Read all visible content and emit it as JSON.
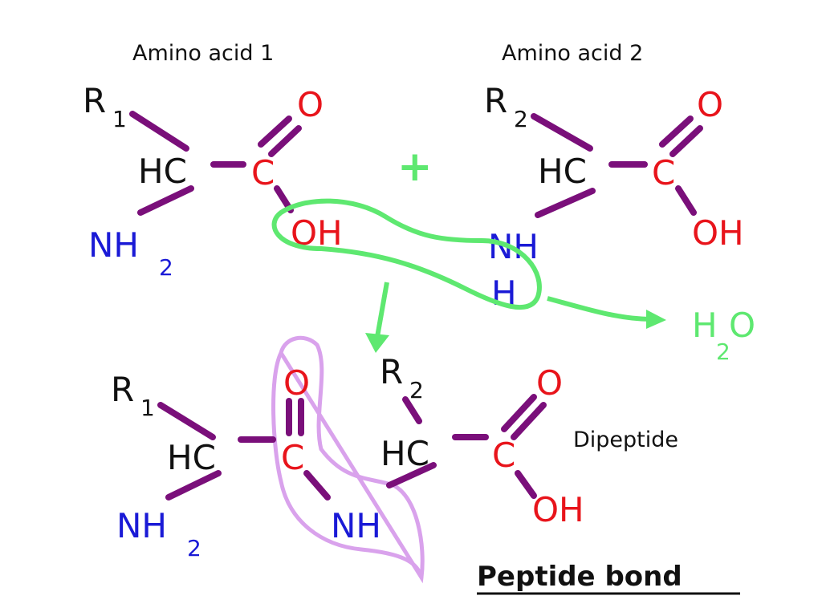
{
  "titles": {
    "amino_acid_1": "Amino acid 1",
    "amino_acid_2": "Amino acid 2"
  },
  "atoms": {
    "r": "R",
    "one": "1",
    "two": "2",
    "hc": "HC",
    "c": "C",
    "o": "O",
    "oh": "OH",
    "nh": "NH",
    "h": "H",
    "sub2": "2"
  },
  "plus": "+",
  "water": {
    "h": "H",
    "sub": "2",
    "o": "O"
  },
  "labels": {
    "dipeptide": "Dipeptide",
    "peptide_bond": "Peptide bond"
  },
  "colors": {
    "black": "#111111",
    "red": "#e8141b",
    "blue": "#1a1ad6",
    "purple": "#7a0f7a",
    "green": "#5ee870",
    "lilac": "#d9a2ec"
  }
}
